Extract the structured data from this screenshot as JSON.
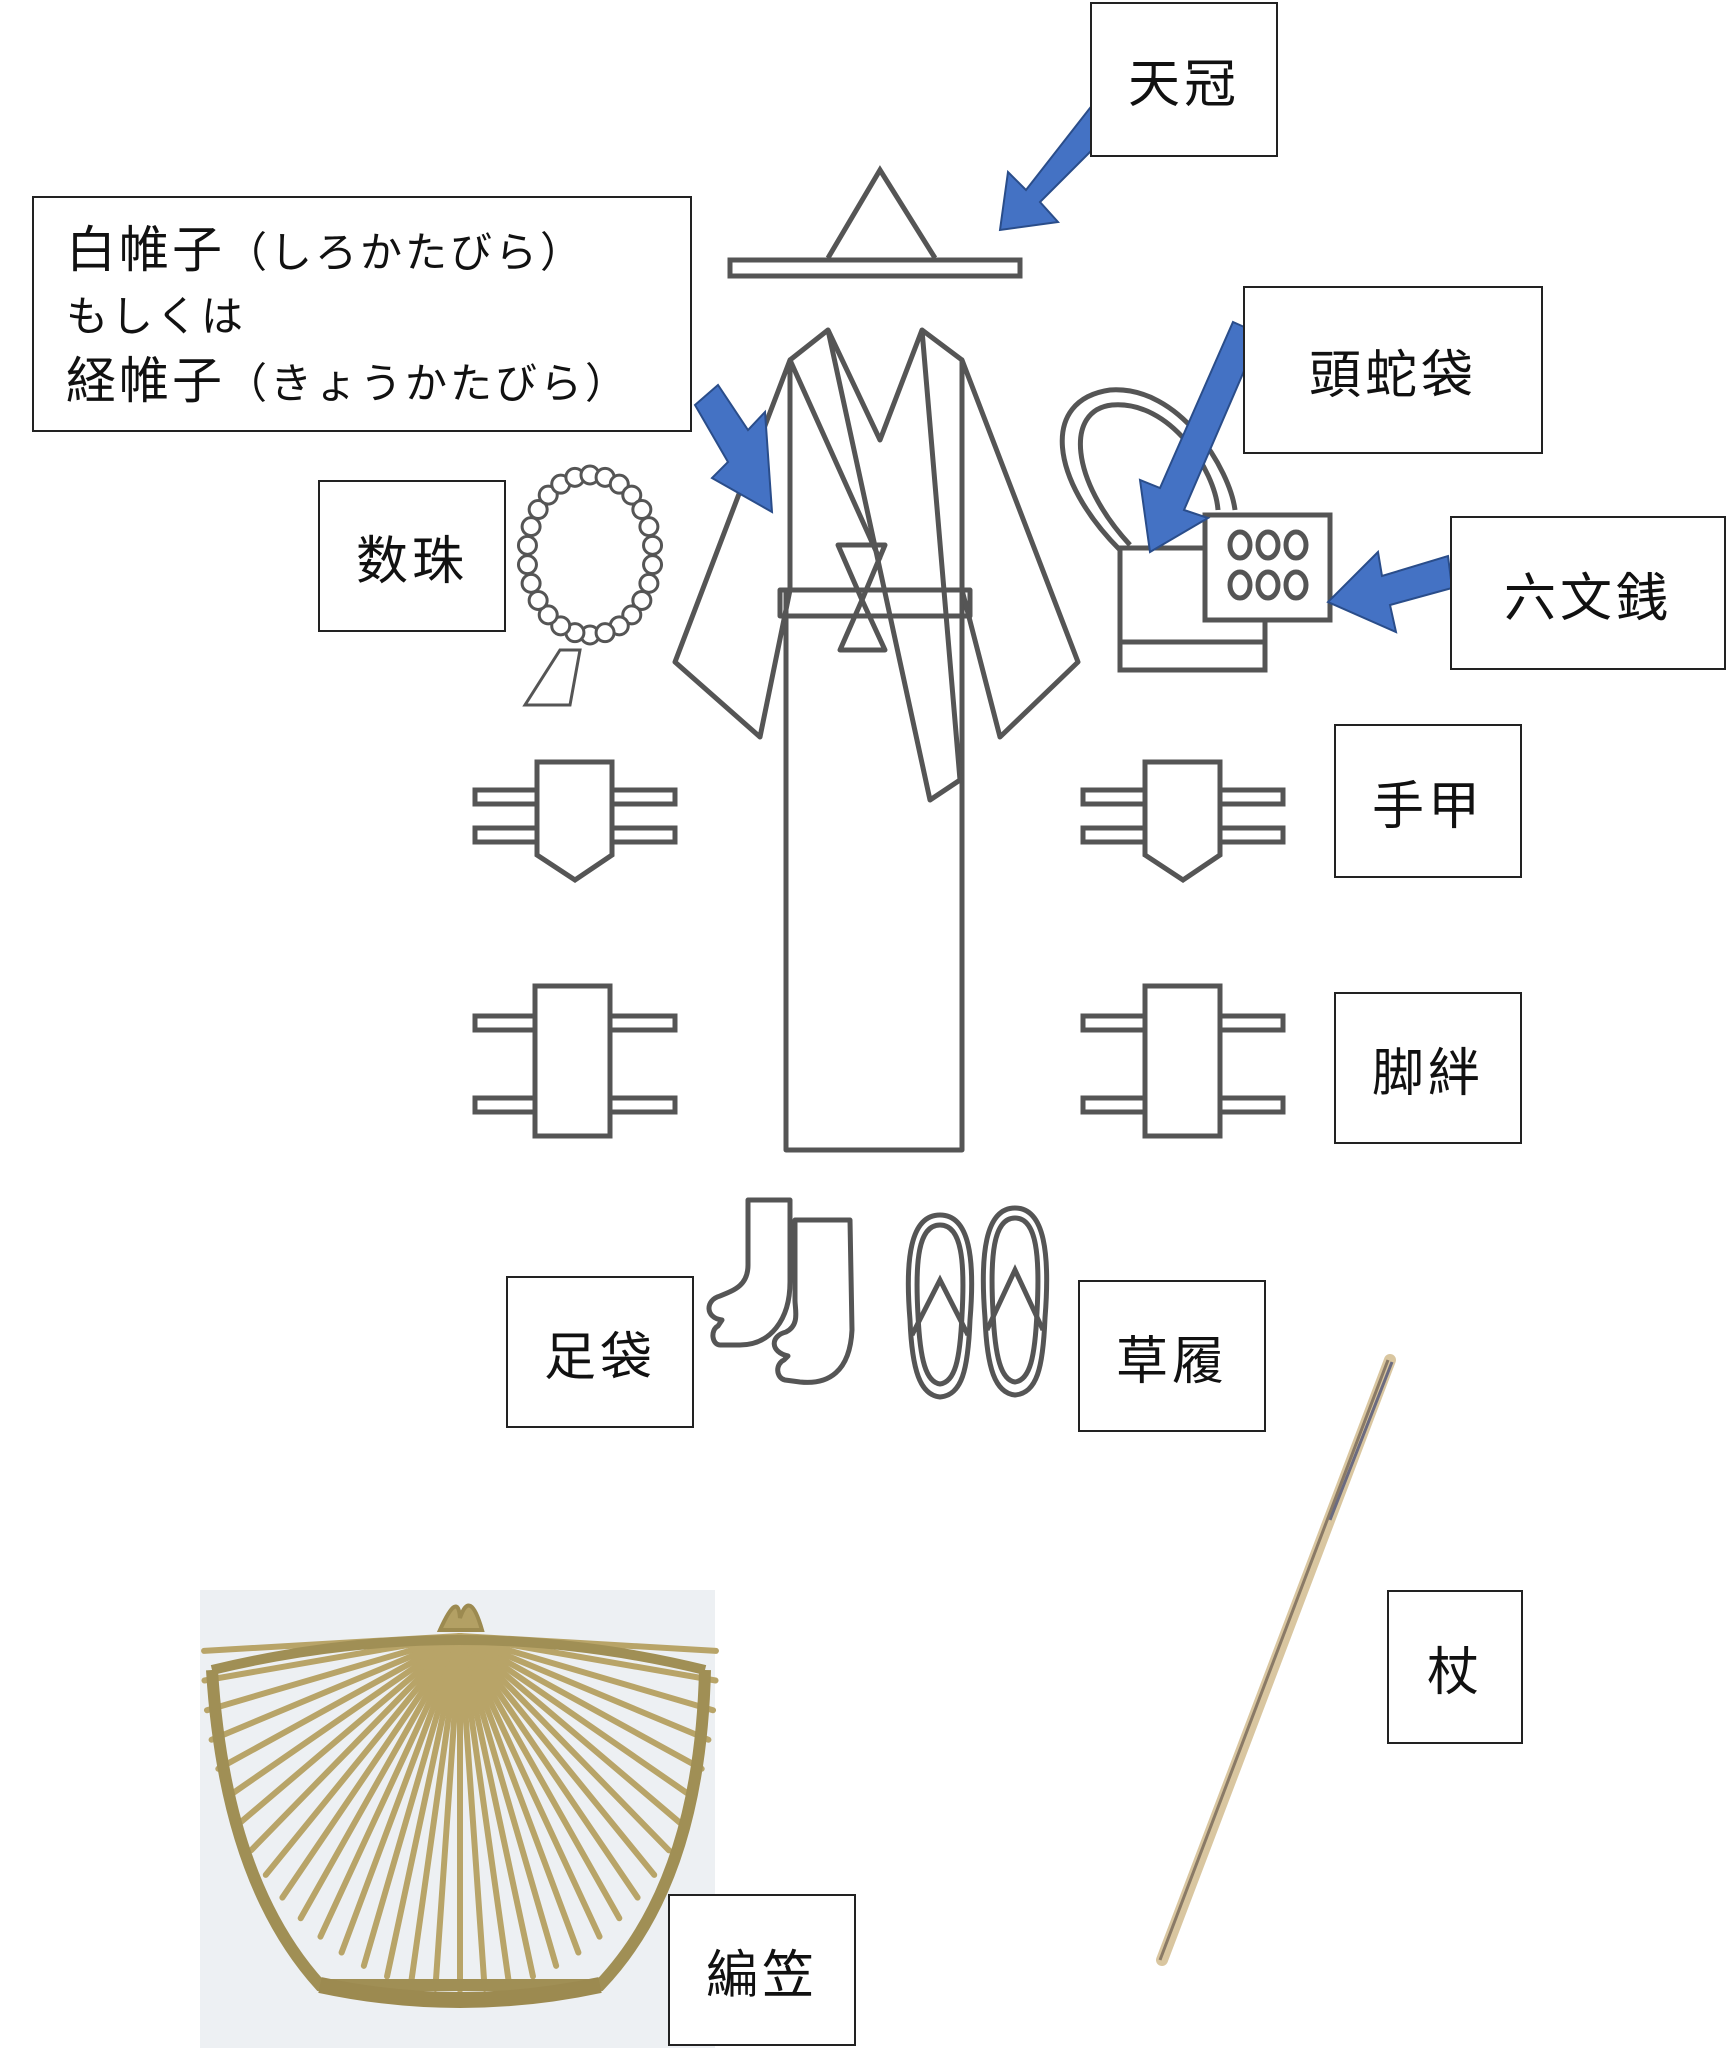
{
  "labels": {
    "tenkan": "天冠",
    "katabira_line1_main": "白帷子",
    "katabira_line1_reading": "（しろかたびら）",
    "katabira_line2": "もしくは",
    "katabira_line3_main": "経帷子",
    "katabira_line3_reading": "（きょうかたびら）",
    "zudabukuro": "頭蛇袋",
    "juzu": "数珠",
    "rokumonsen": "六文銭",
    "tekkou": "手甲",
    "kyahan": "脚絆",
    "tabi": "足袋",
    "zouri": "草履",
    "tsue": "杖",
    "amigasa": "編笠"
  },
  "colors": {
    "arrow": "#4472C4",
    "line_art": "#555555",
    "straw": "#B8A468",
    "staff": "#D9C6A0"
  }
}
